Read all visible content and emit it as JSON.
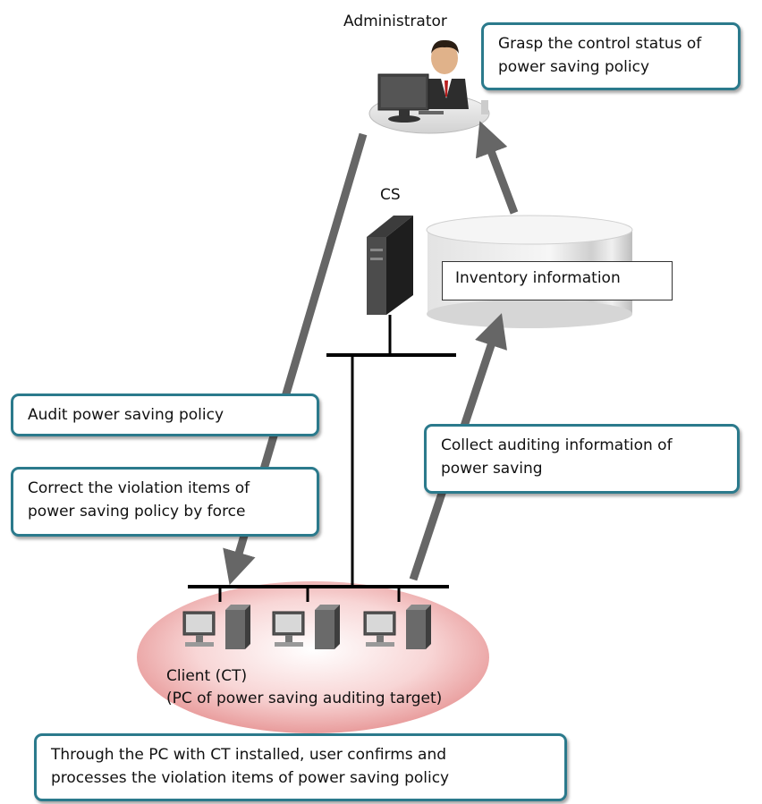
{
  "nodes": {
    "administrator": "Administrator",
    "cs": "CS",
    "inventory": "Inventory information",
    "client_line1": "Client (CT)",
    "client_line2": "(PC of power saving auditing target)"
  },
  "callouts": {
    "grasp": [
      "Grasp the control status of",
      "power saving policy"
    ],
    "audit": [
      "Audit power saving policy"
    ],
    "correct": [
      "Correct the violation items of",
      "power saving policy by force"
    ],
    "collect": [
      "Collect auditing information of",
      "power saving"
    ],
    "through": [
      "Through the PC with CT installed, user confirms and",
      "processes the violation items of power saving policy"
    ]
  },
  "colors": {
    "callout_border": "#2b7a8c",
    "arrow": "#666666",
    "client_area": "#f2b8b8"
  }
}
